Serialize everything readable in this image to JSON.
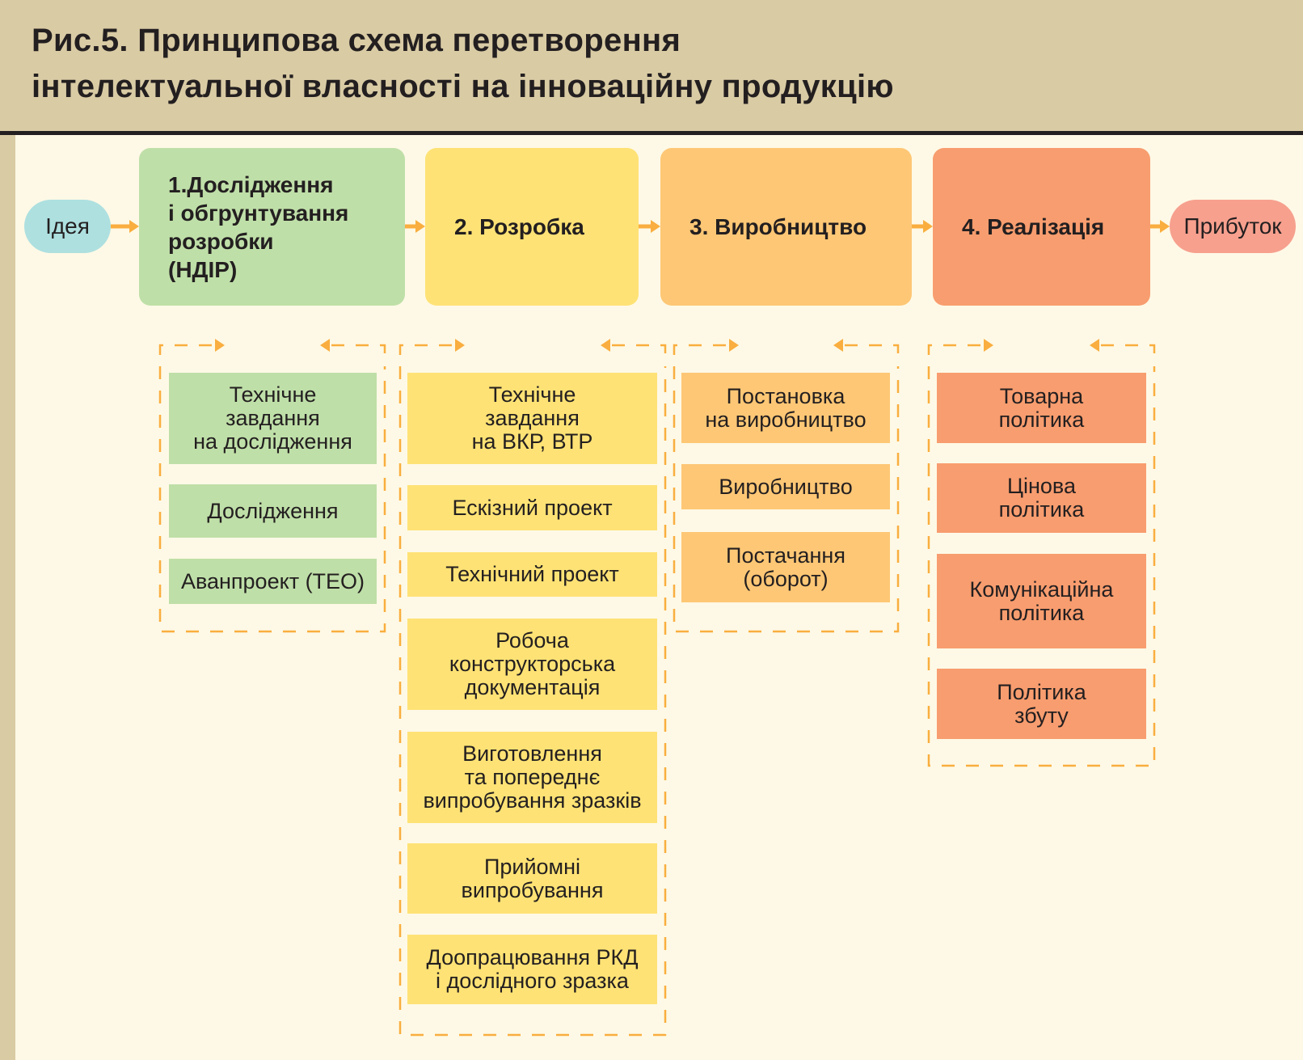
{
  "title": {
    "line1": "Рис.5. Принципова схема перетворення",
    "line2": "інтелектуальної власності на інноваційну продукцію"
  },
  "start": "Ідея",
  "end": "Прибуток",
  "stages": [
    {
      "label": "1.Дослідження\nі обгрунтування\nрозробки\n(НДІР)",
      "items": [
        "Технічне\nзавдання\nна дослідження",
        "Дослідження",
        "Аванпроект (ТЕО)"
      ]
    },
    {
      "label": "2. Розробка",
      "items": [
        "Технічне\nзавдання\nна ВКР, ВТР",
        "Ескізний проект",
        "Технічний проект",
        "Робоча\nконструкторська\nдокументація",
        "Виготовлення\nта попереднє\nвипробування зразків",
        "Прийомні\nвипробування",
        "Доопрацювання РКД\nі дослідного зразка"
      ]
    },
    {
      "label": "3. Виробництво",
      "items": [
        "Постановка\nна виробництво",
        "Виробництво",
        "Постачання\n(оборот)"
      ]
    },
    {
      "label": "4. Реалізація",
      "items": [
        "Товарна\nполітика",
        "Цінова\nполітика",
        "Комунікаційна\nполітика",
        "Політика\nзбуту"
      ]
    }
  ],
  "colors": {
    "arrow": "#f9ae3f",
    "green": "#bfdfa8",
    "yellow": "#fee275",
    "light_orange": "#fec775",
    "orange": "#f89d6f",
    "idea": "#aee0e0",
    "profit": "#f7a08e"
  }
}
